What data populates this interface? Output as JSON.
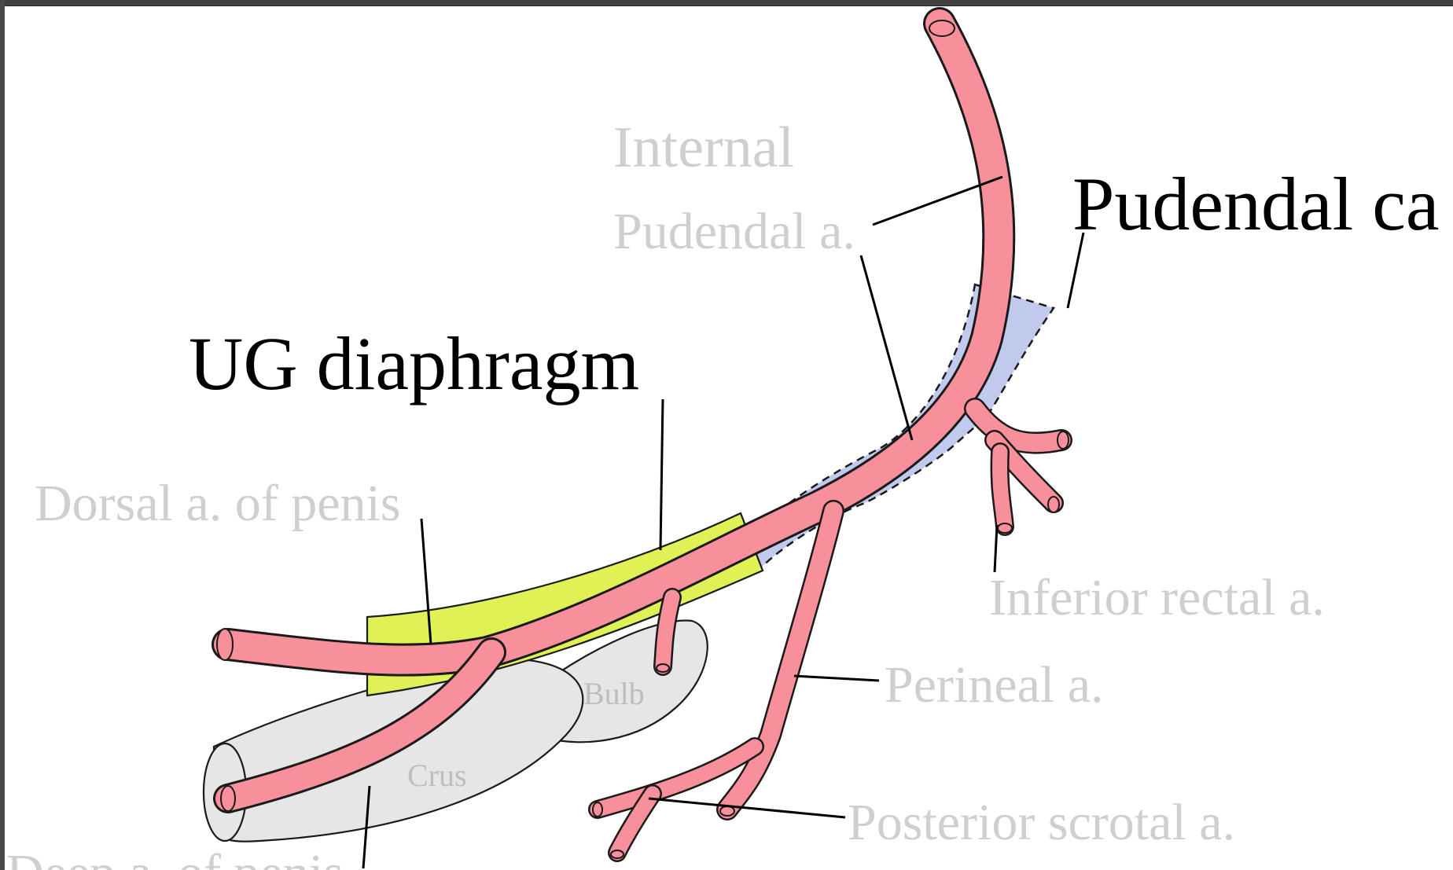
{
  "labels": {
    "internal": "Internal",
    "internal_pudendal": "Pudendal a.",
    "pudendal_canal": "Pudendal ca",
    "ug_diaphragm": "UG diaphragm",
    "dorsal_artery": "Dorsal a. of penis",
    "inferior_rectal": "Inferior rectal a.",
    "perineal": "Perineal a.",
    "posterior_scrotal": "Posterior scrotal a.",
    "bulb": "Bulb",
    "crus": "Crus",
    "deep_artery": "Deep a. of penis"
  },
  "colors": {
    "artery": "#f7909a",
    "ug_diaphragm": "#dff154",
    "pudendal_canal": "#c1c9ec",
    "erectile_tissue": "#e6e6e6",
    "faint_label": "#cfcfcf",
    "background": "#ffffff"
  }
}
